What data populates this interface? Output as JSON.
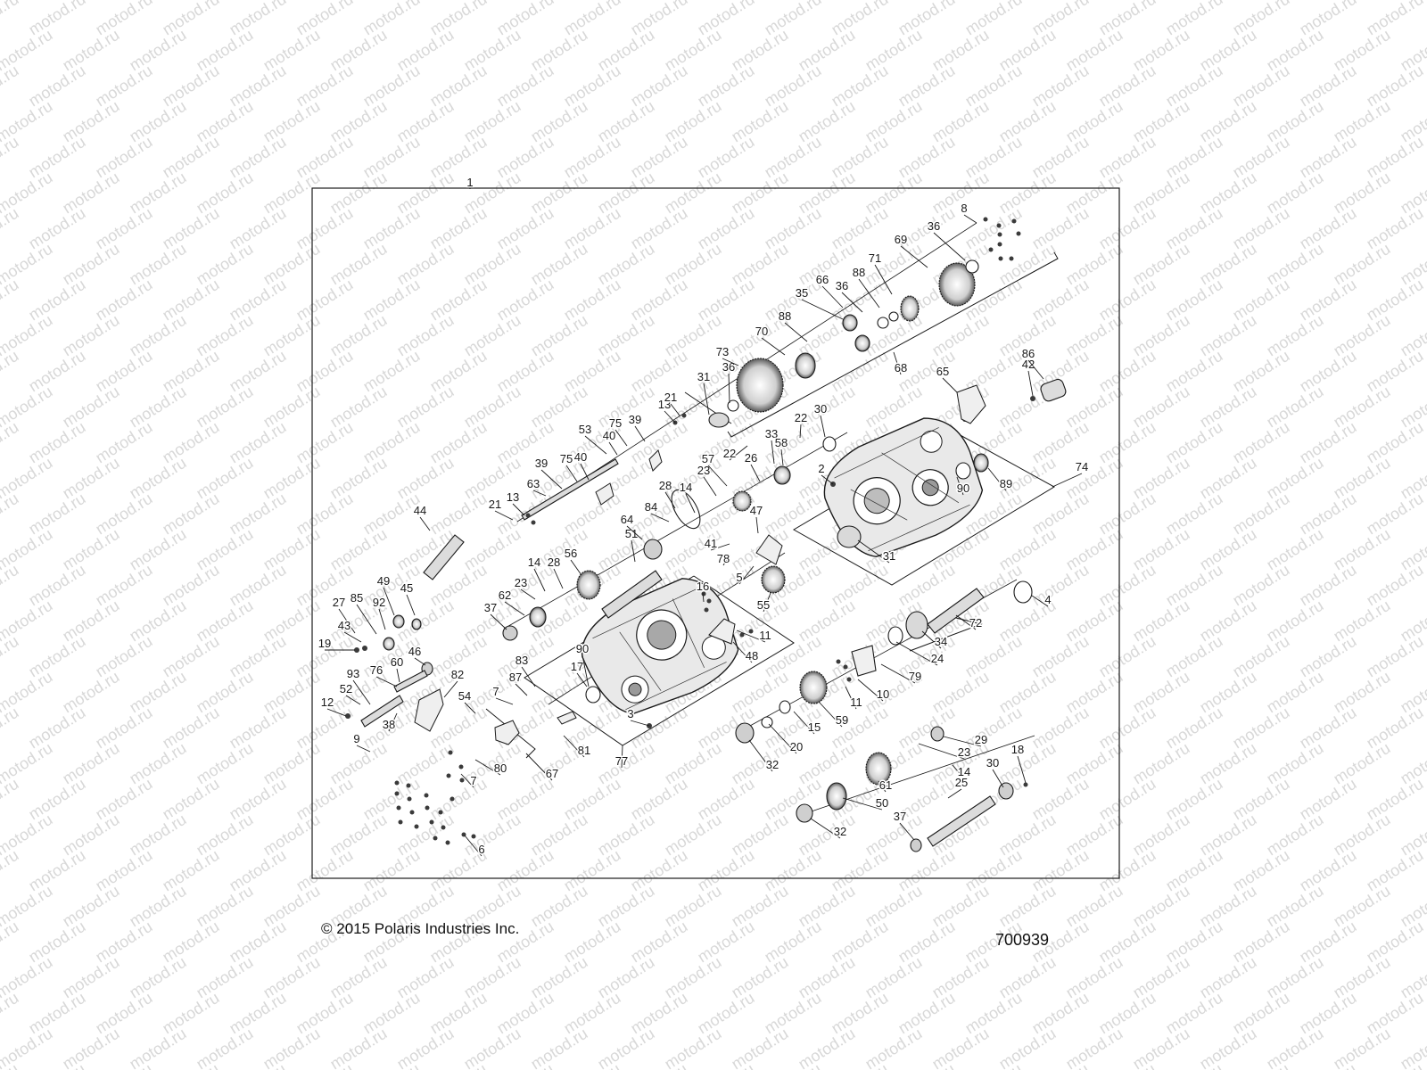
{
  "watermark": {
    "text": "motod.ru",
    "color": "#d8d8d8"
  },
  "diagram": {
    "line_color": "#1a1a1a",
    "callouts": [
      {
        "id": "1",
        "label": "1"
      },
      {
        "id": "2",
        "label": "2"
      },
      {
        "id": "3",
        "label": "3"
      },
      {
        "id": "4",
        "label": "4"
      },
      {
        "id": "5",
        "label": "5"
      },
      {
        "id": "6",
        "label": "6"
      },
      {
        "id": "7a",
        "label": "7"
      },
      {
        "id": "7b",
        "label": "7"
      },
      {
        "id": "8",
        "label": "8"
      },
      {
        "id": "9",
        "label": "9"
      },
      {
        "id": "10",
        "label": "10"
      },
      {
        "id": "11a",
        "label": "11"
      },
      {
        "id": "11b",
        "label": "11"
      },
      {
        "id": "12",
        "label": "12"
      },
      {
        "id": "13a",
        "label": "13"
      },
      {
        "id": "13b",
        "label": "13"
      },
      {
        "id": "14a",
        "label": "14"
      },
      {
        "id": "14b",
        "label": "14"
      },
      {
        "id": "14c",
        "label": "14"
      },
      {
        "id": "15",
        "label": "15"
      },
      {
        "id": "16",
        "label": "16"
      },
      {
        "id": "17",
        "label": "17"
      },
      {
        "id": "18",
        "label": "18"
      },
      {
        "id": "19",
        "label": "19"
      },
      {
        "id": "20",
        "label": "20"
      },
      {
        "id": "21a",
        "label": "21"
      },
      {
        "id": "21b",
        "label": "21"
      },
      {
        "id": "22a",
        "label": "22"
      },
      {
        "id": "22b",
        "label": "22"
      },
      {
        "id": "23a",
        "label": "23"
      },
      {
        "id": "23b",
        "label": "23"
      },
      {
        "id": "23c",
        "label": "23"
      },
      {
        "id": "24",
        "label": "24"
      },
      {
        "id": "25",
        "label": "25"
      },
      {
        "id": "26",
        "label": "26"
      },
      {
        "id": "27",
        "label": "27"
      },
      {
        "id": "28a",
        "label": "28"
      },
      {
        "id": "28b",
        "label": "28"
      },
      {
        "id": "29",
        "label": "29"
      },
      {
        "id": "30a",
        "label": "30"
      },
      {
        "id": "30b",
        "label": "30"
      },
      {
        "id": "31a",
        "label": "31"
      },
      {
        "id": "31b",
        "label": "31"
      },
      {
        "id": "32a",
        "label": "32"
      },
      {
        "id": "32b",
        "label": "32"
      },
      {
        "id": "33",
        "label": "33"
      },
      {
        "id": "34",
        "label": "34"
      },
      {
        "id": "35",
        "label": "35"
      },
      {
        "id": "36a",
        "label": "36"
      },
      {
        "id": "36b",
        "label": "36"
      },
      {
        "id": "36c",
        "label": "36"
      },
      {
        "id": "37a",
        "label": "37"
      },
      {
        "id": "37b",
        "label": "37"
      },
      {
        "id": "38",
        "label": "38"
      },
      {
        "id": "39a",
        "label": "39"
      },
      {
        "id": "39b",
        "label": "39"
      },
      {
        "id": "40a",
        "label": "40"
      },
      {
        "id": "40b",
        "label": "40"
      },
      {
        "id": "41",
        "label": "41"
      },
      {
        "id": "42",
        "label": "42"
      },
      {
        "id": "43",
        "label": "43"
      },
      {
        "id": "44",
        "label": "44"
      },
      {
        "id": "45",
        "label": "45"
      },
      {
        "id": "46",
        "label": "46"
      },
      {
        "id": "47",
        "label": "47"
      },
      {
        "id": "48",
        "label": "48"
      },
      {
        "id": "49",
        "label": "49"
      },
      {
        "id": "50",
        "label": "50"
      },
      {
        "id": "51",
        "label": "51"
      },
      {
        "id": "52",
        "label": "52"
      },
      {
        "id": "53",
        "label": "53"
      },
      {
        "id": "54",
        "label": "54"
      },
      {
        "id": "55",
        "label": "55"
      },
      {
        "id": "56",
        "label": "56"
      },
      {
        "id": "57",
        "label": "57"
      },
      {
        "id": "58",
        "label": "58"
      },
      {
        "id": "59",
        "label": "59"
      },
      {
        "id": "60",
        "label": "60"
      },
      {
        "id": "61",
        "label": "61"
      },
      {
        "id": "62",
        "label": "62"
      },
      {
        "id": "63",
        "label": "63"
      },
      {
        "id": "64",
        "label": "64"
      },
      {
        "id": "65",
        "label": "65"
      },
      {
        "id": "66",
        "label": "66"
      },
      {
        "id": "67",
        "label": "67"
      },
      {
        "id": "68",
        "label": "68"
      },
      {
        "id": "69",
        "label": "69"
      },
      {
        "id": "70",
        "label": "70"
      },
      {
        "id": "71",
        "label": "71"
      },
      {
        "id": "72",
        "label": "72"
      },
      {
        "id": "73",
        "label": "73"
      },
      {
        "id": "74",
        "label": "74"
      },
      {
        "id": "75a",
        "label": "75"
      },
      {
        "id": "75b",
        "label": "75"
      },
      {
        "id": "76",
        "label": "76"
      },
      {
        "id": "77",
        "label": "77"
      },
      {
        "id": "78",
        "label": "78"
      },
      {
        "id": "79",
        "label": "79"
      },
      {
        "id": "80",
        "label": "80"
      },
      {
        "id": "81",
        "label": "81"
      },
      {
        "id": "82",
        "label": "82"
      },
      {
        "id": "83",
        "label": "83"
      },
      {
        "id": "84",
        "label": "84"
      },
      {
        "id": "85",
        "label": "85"
      },
      {
        "id": "86",
        "label": "86"
      },
      {
        "id": "87",
        "label": "87"
      },
      {
        "id": "88a",
        "label": "88"
      },
      {
        "id": "88b",
        "label": "88"
      },
      {
        "id": "89",
        "label": "89"
      },
      {
        "id": "90a",
        "label": "90"
      },
      {
        "id": "90b",
        "label": "90"
      },
      {
        "id": "92",
        "label": "92"
      },
      {
        "id": "93",
        "label": "93"
      }
    ]
  },
  "footer": {
    "copyright": "© 2015 Polaris Industries Inc.",
    "doc_number": "700939"
  }
}
